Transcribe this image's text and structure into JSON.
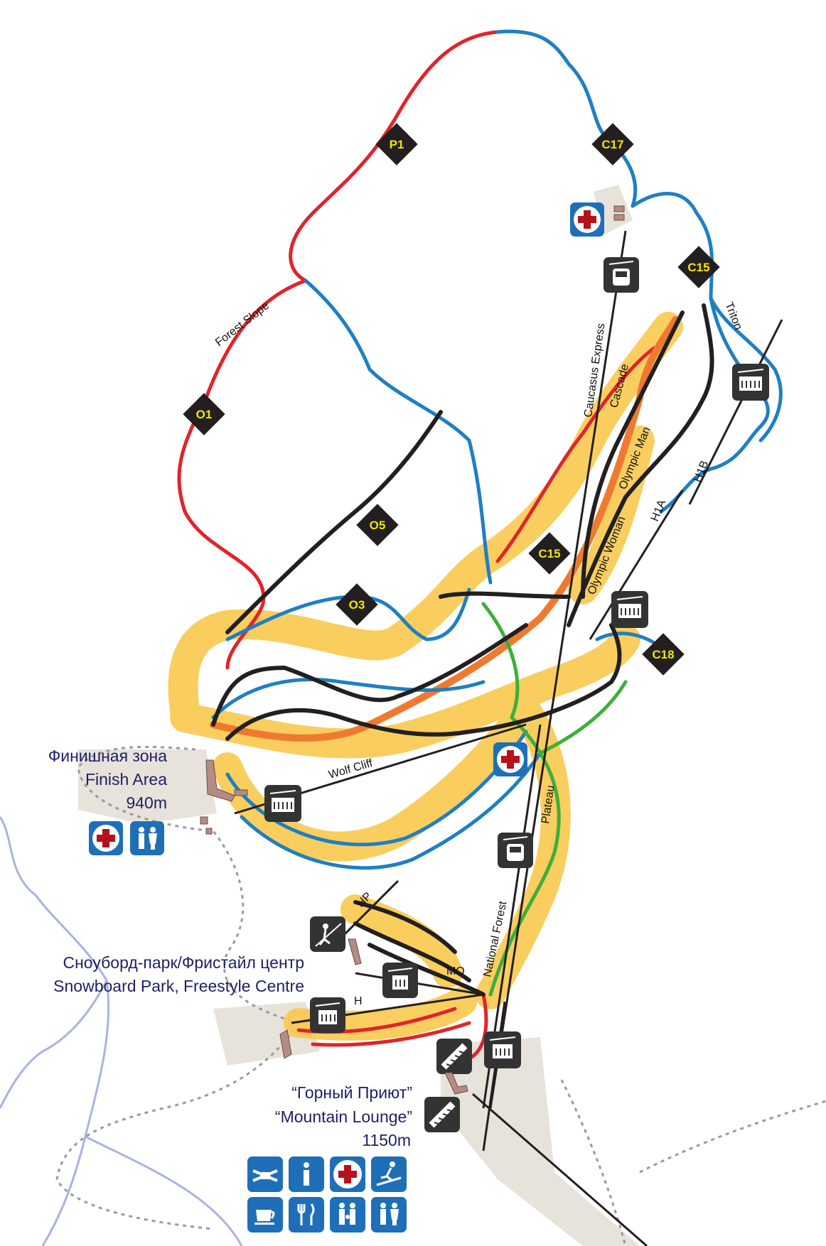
{
  "finish_area": {
    "ru": "Финишная зона",
    "en": "Finish Area",
    "elevation": "940m"
  },
  "snowboard_park": {
    "ru": "Сноуборд-парк/Фристайл центр",
    "en": "Snowboard Park, Freestyle Centre"
  },
  "mountain_lounge": {
    "ru": "“Горный Приют”",
    "en": "“Mountain Lounge”",
    "elevation": "1150m"
  },
  "codes": {
    "p1": "P1",
    "c17": "C17",
    "c15_top": "C15",
    "o1": "O1",
    "o5": "O5",
    "o3": "O3",
    "c15_mid": "C15",
    "c18": "C18"
  },
  "trails": {
    "forest_slope": "Forest Slope",
    "caucasus_express": "Caucasus Express",
    "cascade": "Cascade",
    "olympic_man": "Olympic Man",
    "olympic_woman": "Olympic Woman",
    "h1a": "H1A",
    "h1b": "H1B",
    "triton": "Triton",
    "wolf_cliff": "Wolf Cliff",
    "plateau": "Plateau",
    "national_forest": "National Forest",
    "hp": "HP",
    "mo": "MO",
    "h": "H"
  },
  "colors": {
    "red_run": "#e0242b",
    "blue_run": "#1f7fc4",
    "black_run": "#231f20",
    "green_run": "#3fae3a",
    "olympic_glow": "#f9c94e",
    "olympic_orange": "#ef7a2f",
    "road": "#9a9a9a",
    "river": "#a9b3e0",
    "base_area": "#e7e3da",
    "icon_blue": "#1e6fb8",
    "first_aid_red": "#b5121b",
    "marker": "#231f20",
    "marker_text": "#f2e600",
    "label": "#1f1f66"
  },
  "icons": [
    "first-aid-icon",
    "restroom-icon",
    "gondola-icon",
    "chairlift-icon",
    "surface-lift-icon",
    "conveyor-icon",
    "ski-school-icon",
    "info-icon",
    "skier-icon",
    "cafe-icon",
    "restaurant-icon",
    "family-icon"
  ]
}
